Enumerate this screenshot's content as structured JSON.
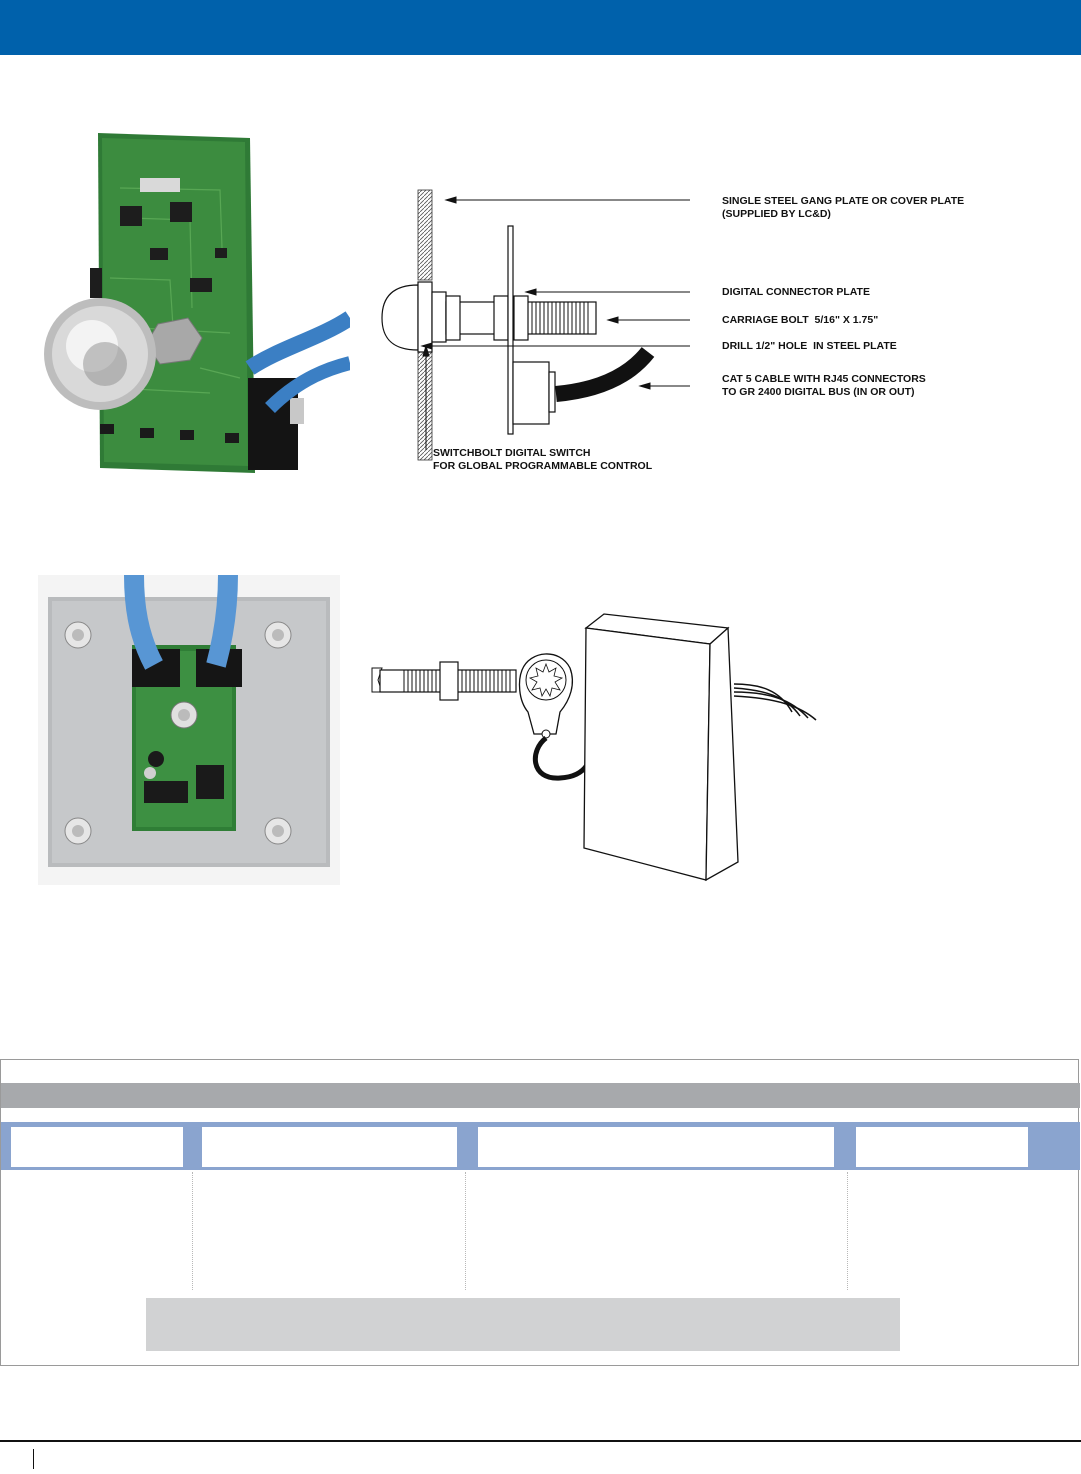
{
  "header": {
    "banner_color": "#0061ab"
  },
  "figure_top": {
    "photo": "switchbolt-circuit-board-photo",
    "callouts": {
      "gang_plate": "SINGLE STEEL GANG PLATE OR COVER PLATE\n(SUPPLIED BY LC&D)",
      "connector_plate": "DIGITAL CONNECTOR PLATE",
      "carriage_bolt": "CARRIAGE BOLT  5/16\" X 1.75\"",
      "drill_hole": "DRILL 1/2\" HOLE  IN STEEL PLATE",
      "cat5": "CAT 5 CABLE WITH RJ45 CONNECTORS\nTO GR 2400 DIGITAL BUS (IN OR OUT)",
      "switchbolt": "SWITCHBOLT DIGITAL SWITCH\nFOR GLOBAL PROGRAMMABLE CONTROL"
    }
  },
  "figure_bottom": {
    "photo": "mounted-board-on-plate-photo",
    "diagram": "bolt-switch-and-junction-box"
  },
  "table": {
    "band_color": "#a7a9ac",
    "header_color": "#8aa4cf",
    "note_color": "#d1d2d3"
  }
}
